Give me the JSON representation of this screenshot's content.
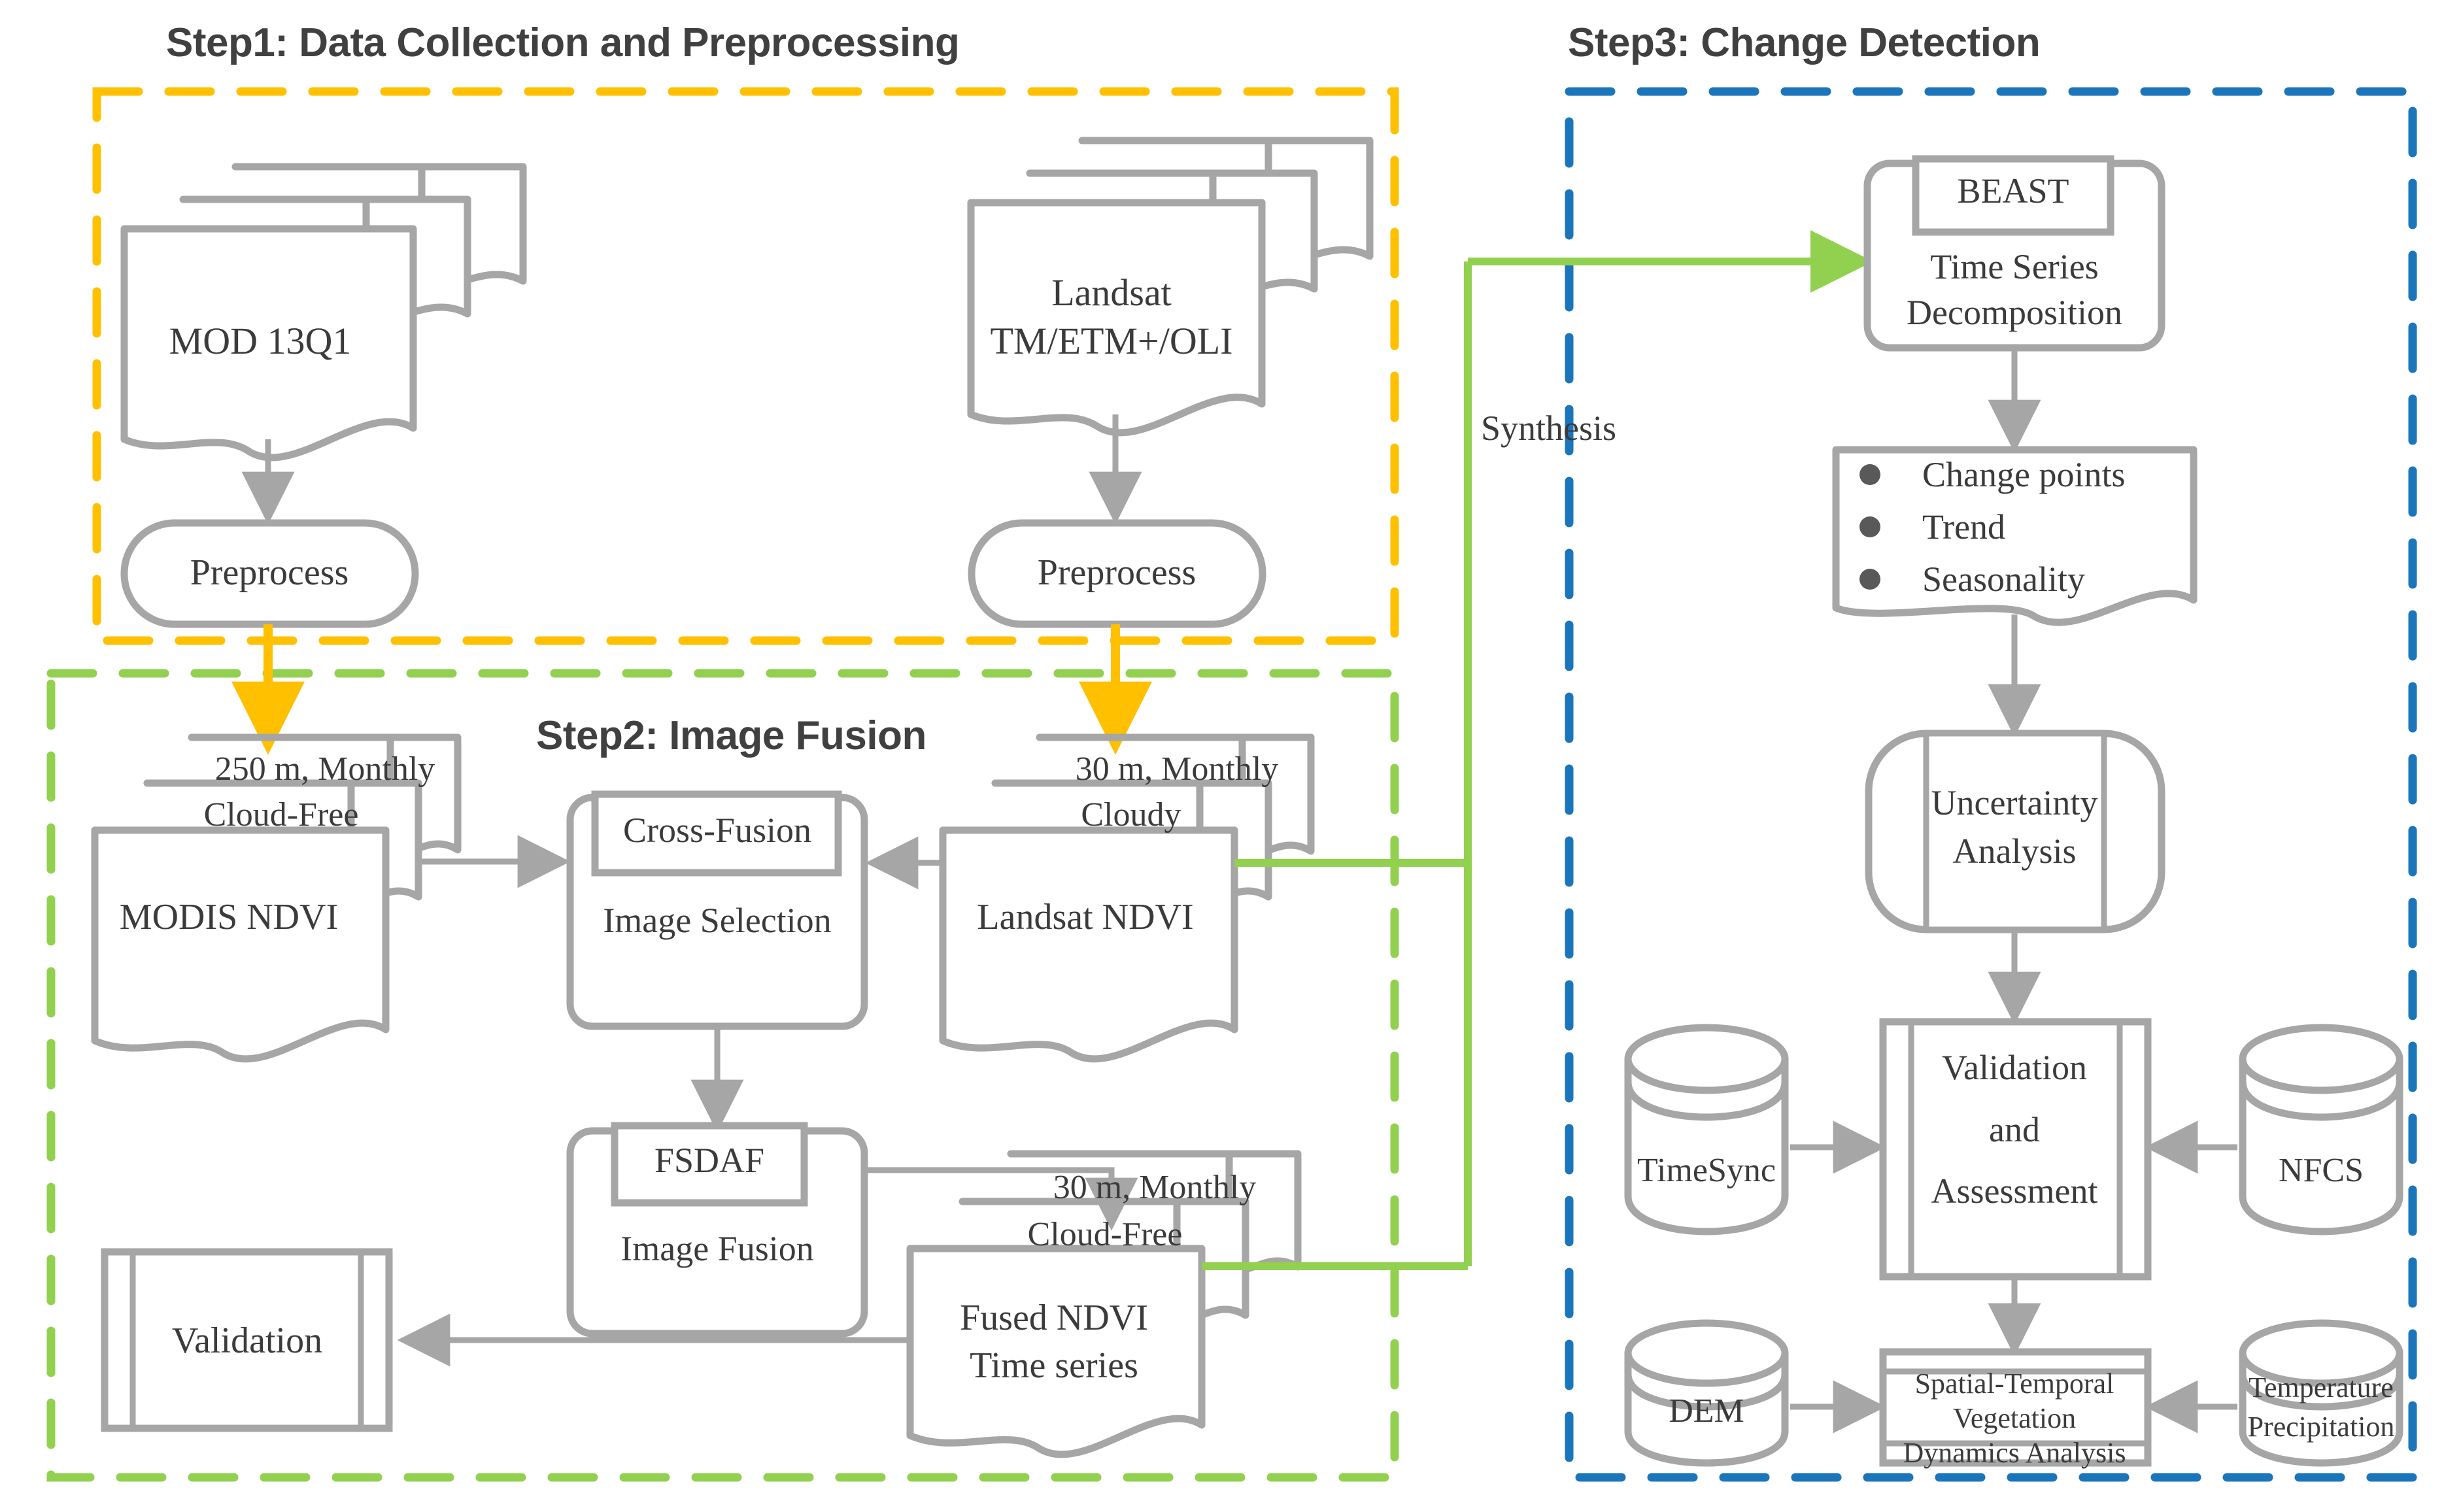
{
  "diagram": {
    "title_step1": "Step1: Data Collection and Preprocessing",
    "title_step2": "Step2: Image Fusion",
    "title_step3": "Step3: Change Detection",
    "synthesis_label": "Synthesis",
    "colors": {
      "step1_border": "#FFC000",
      "step2_border": "#92D050",
      "step3_border": "#1B75BB",
      "shape_stroke": "#A6A6A6",
      "arrow_gray": "#A6A6A6",
      "arrow_orange": "#FFC000",
      "arrow_green": "#92D050",
      "text": "#3B3B3B",
      "title_text": "#404040"
    }
  },
  "step1": {
    "mod_doc": {
      "line1": "MOD 13Q1"
    },
    "landsat_doc": {
      "line1": "Landsat",
      "line2": "TM/ETM+/OLI"
    },
    "preprocess_left": "Preprocess",
    "preprocess_right": "Preprocess"
  },
  "step2": {
    "modis_stack": {
      "top": "250 m, Monthly",
      "mid": "Cloud-Free",
      "bottom": "MODIS NDVI"
    },
    "landsat_stack": {
      "top": "30 m, Monthly",
      "mid": "Cloudy",
      "bottom": "Landsat NDVI"
    },
    "cross_fusion": {
      "header": "Cross-Fusion",
      "body": "Image Selection"
    },
    "fsdaf": {
      "header": "FSDAF",
      "body": "Image Fusion"
    },
    "fused_stack": {
      "top": "30 m, Monthly",
      "mid": "Cloud-Free",
      "bottom_line1": "Fused NDVI",
      "bottom_line2": "Time series"
    },
    "validation": "Validation"
  },
  "step3": {
    "beast": {
      "header": "BEAST",
      "body_line1": "Time Series",
      "body_line2": "Decomposition"
    },
    "outputs_doc": {
      "items": [
        "Change points",
        "Trend",
        "Seasonality"
      ]
    },
    "uncertainty": {
      "line1": "Uncertainty",
      "line2": "Analysis"
    },
    "validation_assessment": {
      "line1": "Validation",
      "line2": "and",
      "line3": "Assessment"
    },
    "timesync": "TimeSync",
    "nfcs": "NFCS",
    "dem": "DEM",
    "temperature": {
      "line1": "Temperature",
      "line2": "Precipitation"
    },
    "dynamics": {
      "line1": "Spatial-Temporal",
      "line2": "Vegetation",
      "line3": "Dynamics Analysis"
    }
  }
}
